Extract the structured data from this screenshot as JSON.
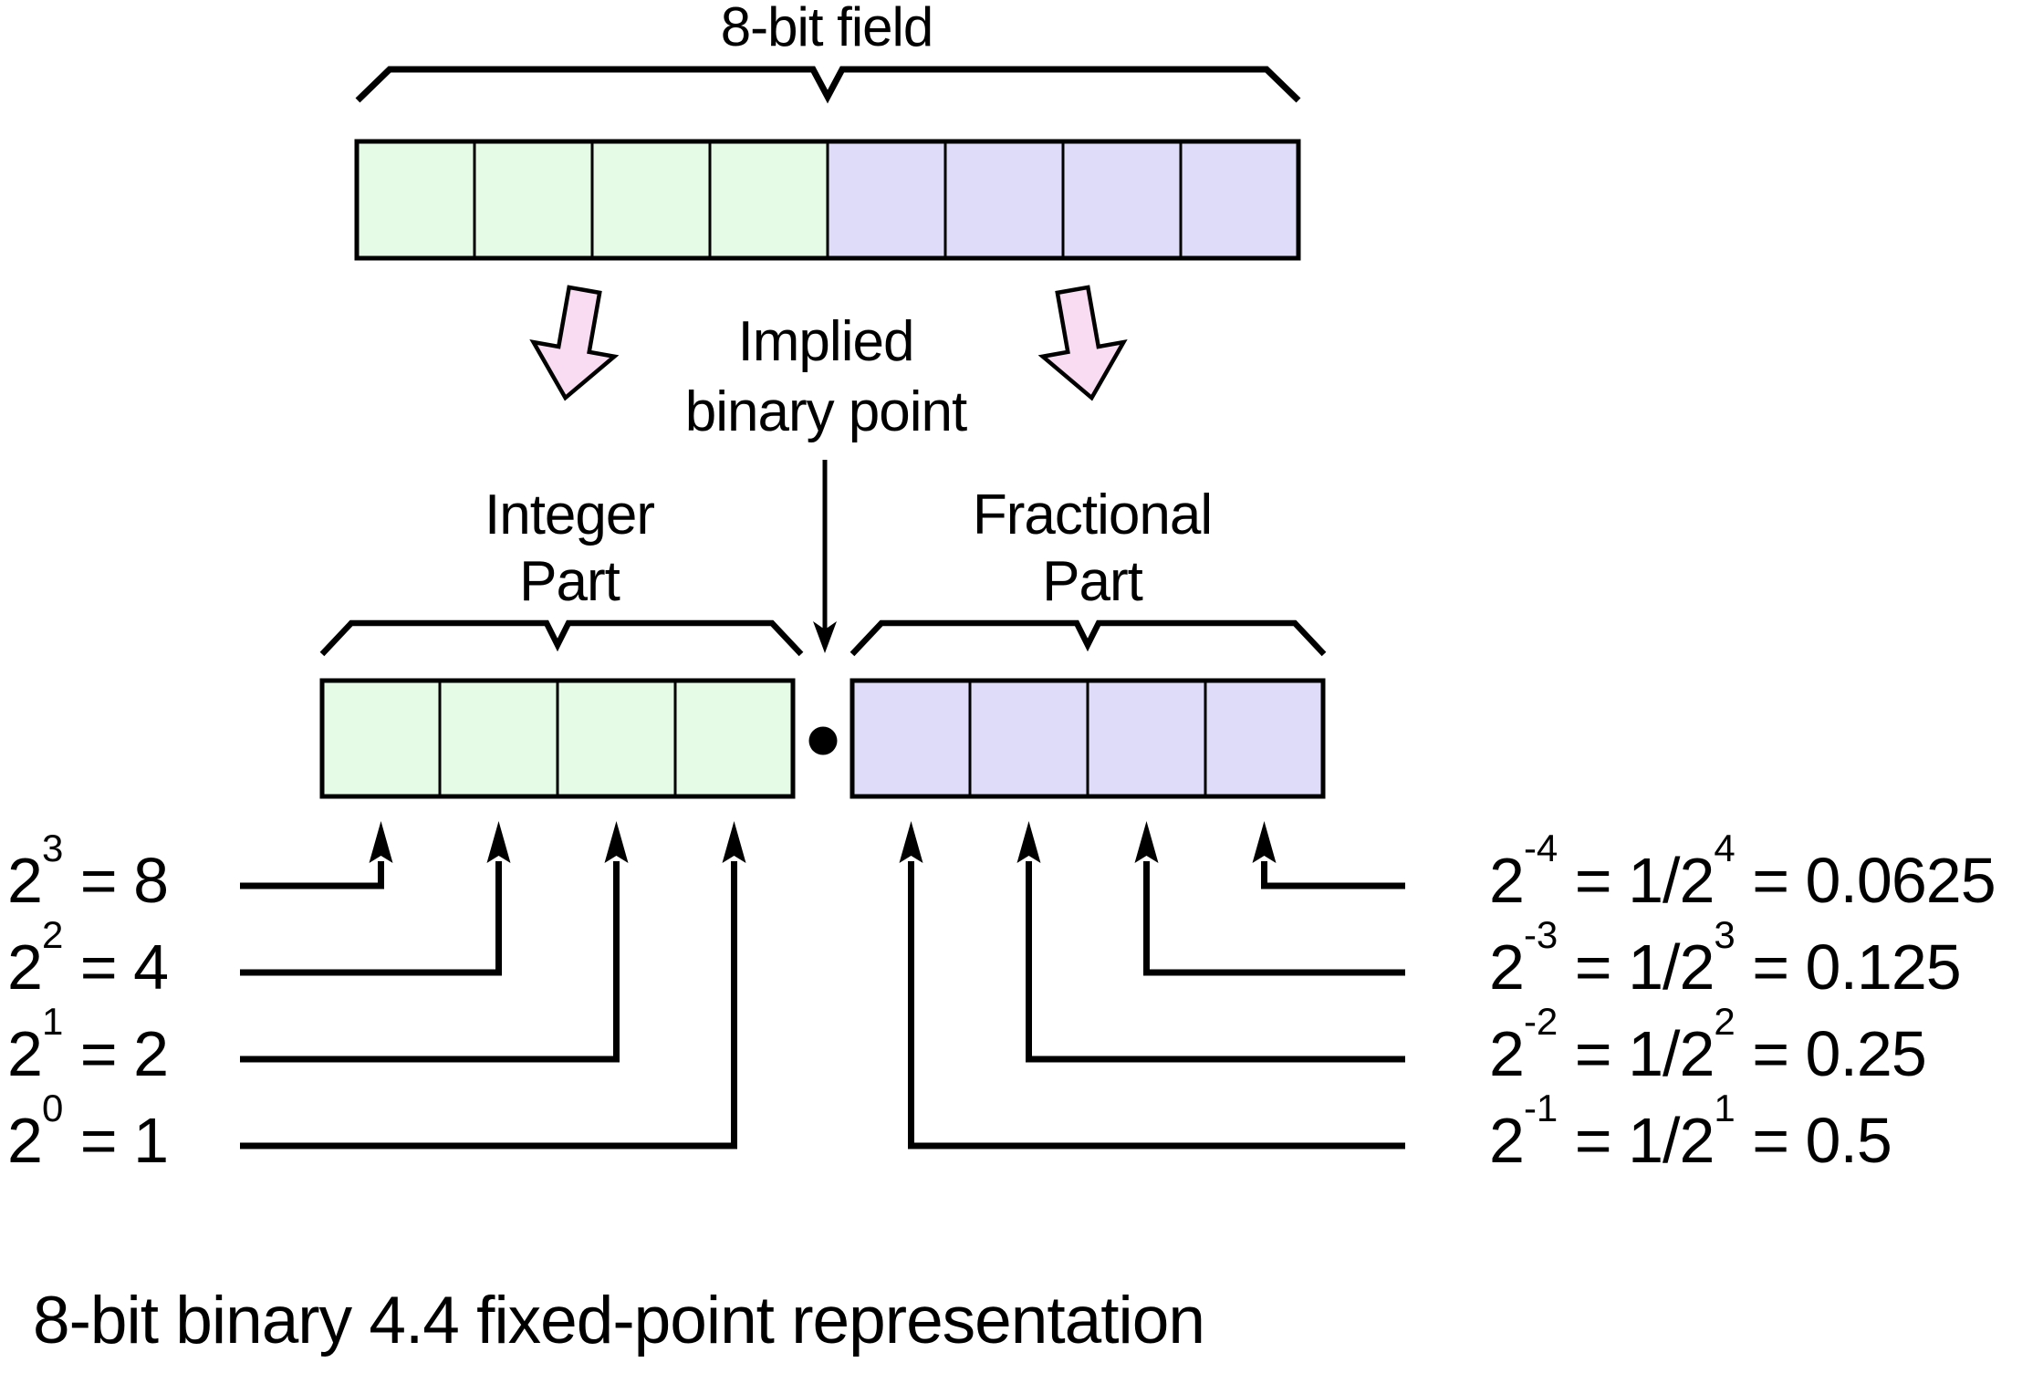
{
  "title": "8-bit field",
  "implied": {
    "line1": "Implied",
    "line2": "binary point"
  },
  "integer_part": {
    "line1": "Integer",
    "line2": "Part"
  },
  "fractional_part": {
    "line1": "Fractional",
    "line2": "Part"
  },
  "field": {
    "integer_bits": 4,
    "fractional_bits": 4
  },
  "left_labels": [
    {
      "base": "2",
      "exp": "3",
      "rest": " = 8"
    },
    {
      "base": "2",
      "exp": "2",
      "rest": " = 4"
    },
    {
      "base": "2",
      "exp": "1",
      "rest": " = 2"
    },
    {
      "base": "2",
      "exp": "0",
      "rest": " = 1"
    }
  ],
  "right_labels": [
    {
      "base": "2",
      "exp": "-4",
      "mid": " = 1/2",
      "exp2": "4",
      "rest": " = 0.0625"
    },
    {
      "base": "2",
      "exp": "-3",
      "mid": " = 1/2",
      "exp2": "3",
      "rest": " = 0.125"
    },
    {
      "base": "2",
      "exp": "-2",
      "mid": " = 1/2",
      "exp2": "2",
      "rest": " = 0.25"
    },
    {
      "base": "2",
      "exp": "-1",
      "mid": " = 1/2",
      "exp2": "1",
      "rest": " = 0.5"
    }
  ],
  "caption": "8-bit binary 4.4 fixed-point representation",
  "colors": {
    "integer_cell": "#e5fbe6",
    "fractional_cell": "#dedcf8",
    "arrow_fill": "#fadcf2",
    "line": "#000000",
    "background": "#ffffff"
  }
}
